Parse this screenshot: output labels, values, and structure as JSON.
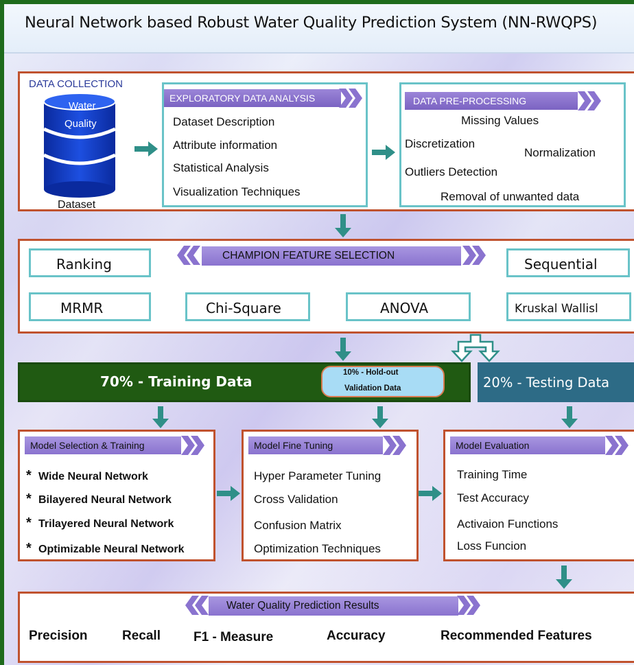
{
  "title": "Neural Network based Robust Water Quality Prediction System (NN-RWQPS)",
  "data_collection": {
    "heading": "DATA COLLECTION",
    "db_line1": "Water",
    "db_line2": "Quality",
    "caption": "Dataset"
  },
  "eda": {
    "banner": "EXPLORATORY DATA ANALYSIS",
    "items": [
      "Dataset Description",
      "Attribute information",
      "Statistical Analysis",
      "Visualization Techniques"
    ]
  },
  "preprocessing": {
    "banner": "DATA PRE-PROCESSING",
    "missing": "Missing Values",
    "discretization": "Discretization",
    "normalization": "Normalization",
    "outliers": "Outliers Detection",
    "removal": "Removal of unwanted data"
  },
  "feature_selection": {
    "banner": "CHAMPION FEATURE SELECTION",
    "ranking": "Ranking",
    "sequential": "Sequential",
    "mrmr": "MRMR",
    "chi_square": "Chi-Square",
    "anova": "ANOVA",
    "kruskal": "Kruskal Wallisl"
  },
  "split": {
    "training": "70% - Training Data",
    "holdout_line1": "10% - Hold-out",
    "holdout_line2": "Validation Data",
    "testing": "20% - Testing Data"
  },
  "model_selection": {
    "banner": "Model Selection & Training",
    "star": "*",
    "items": [
      "Wide Neural Network",
      "Bilayered Neural Network",
      "Trilayered Neural Network",
      "Optimizable Neural Network"
    ]
  },
  "fine_tuning": {
    "banner": "Model Fine Tuning",
    "items": [
      "Hyper Parameter Tuning",
      "Cross Validation",
      "Confusion Matrix",
      "Optimization Techniques"
    ]
  },
  "evaluation": {
    "banner": "Model Evaluation",
    "items": [
      "Training Time",
      "Test Accuracy",
      "Activaion Functions",
      "Loss Funcion"
    ]
  },
  "results": {
    "banner": "Water Quality Prediction Results",
    "items": [
      "Precision",
      "Recall",
      "F1 - Measure",
      "Accuracy",
      "Recommended Features"
    ]
  },
  "colors": {
    "frame_green": "#1e6b1c",
    "section_border": "#c0522e",
    "box_border": "#69c3c8",
    "banner_purple": "#8a73cf",
    "arrow_teal": "#2f8f88",
    "training_green": "#205a12",
    "testing_blue": "#2d6b86",
    "holdout_blue": "#a8dcf5"
  }
}
